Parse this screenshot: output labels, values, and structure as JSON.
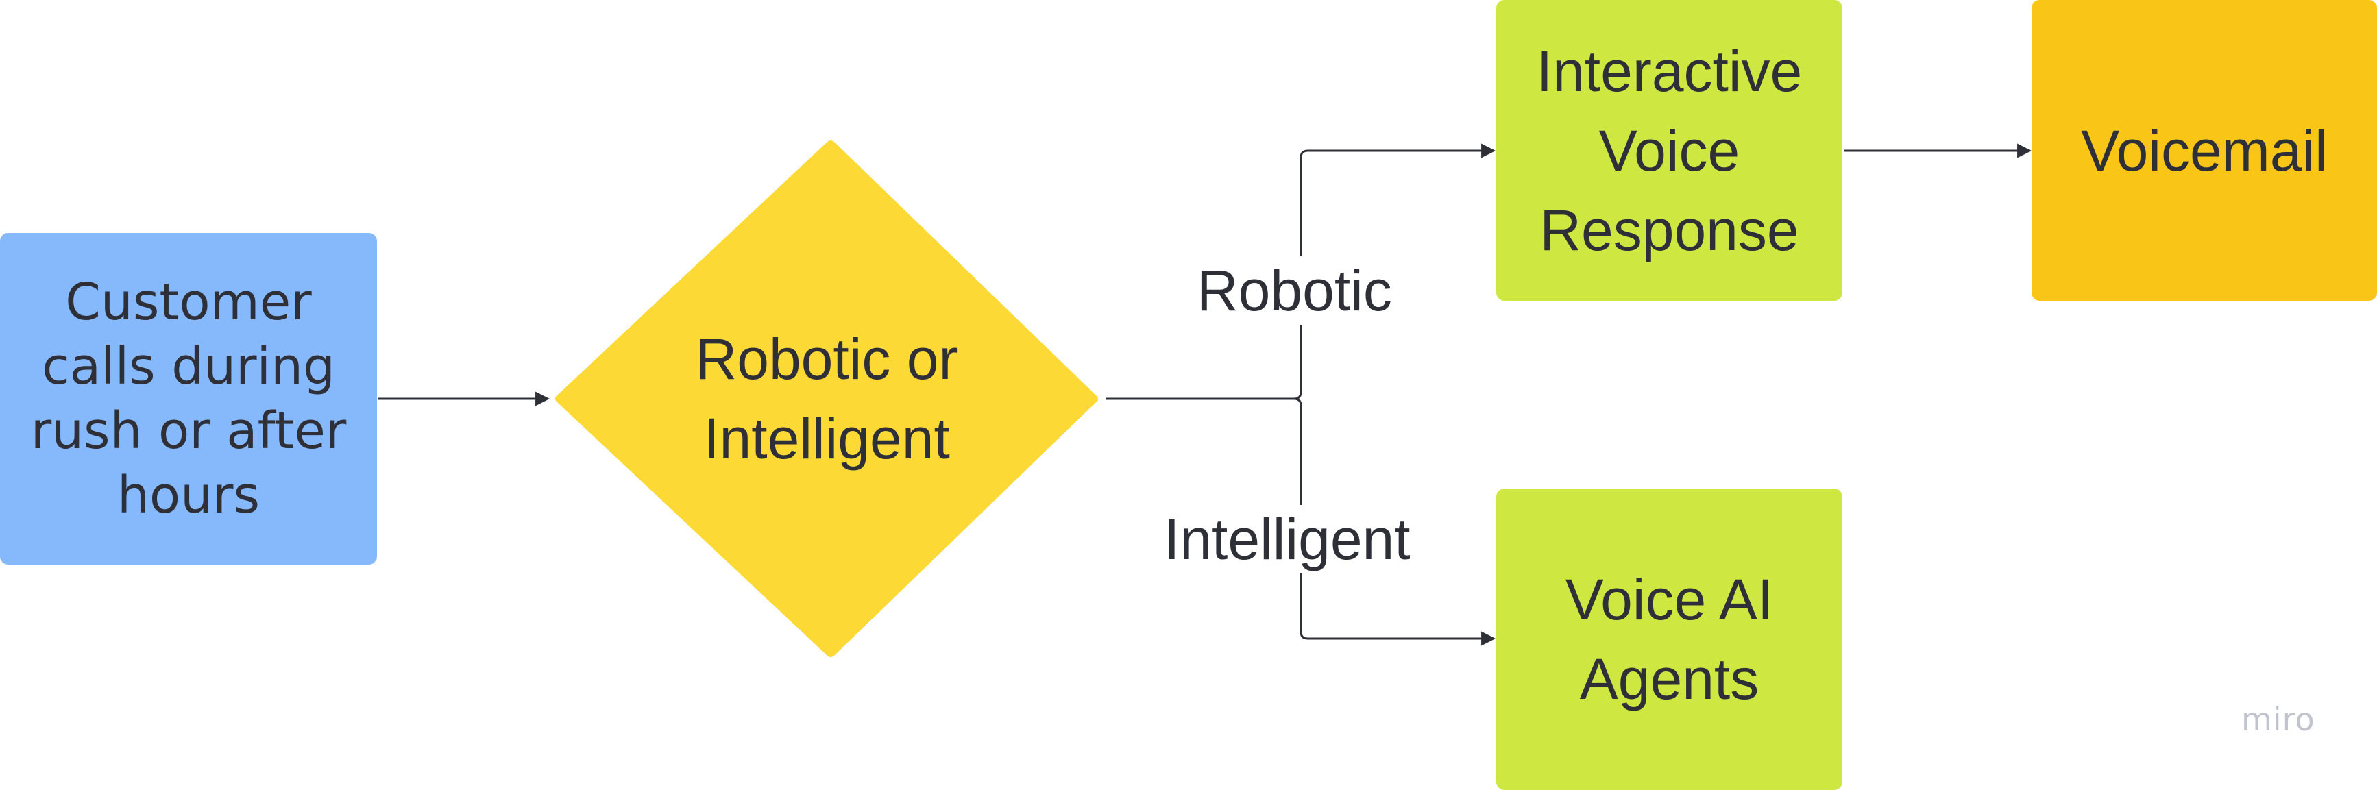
{
  "nodes": {
    "customer": "Customer\ncalls during\nrush or after\nhours",
    "decision": "Robotic or\nIntelligent",
    "ivr": "Interactive\nVoice\nResponse",
    "voicemail": "Voicemail",
    "voice_ai": "Voice AI\nAgents"
  },
  "edge_labels": {
    "robotic": "Robotic",
    "intelligent": "Intelligent"
  },
  "watermark": "miro",
  "colors": {
    "customer_fill": "#86b8fc",
    "decision_fill": "#fcd935",
    "ivr_fill": "#cee741",
    "voicemail_fill": "#f9c617",
    "voice_ai_fill": "#cee741",
    "text": "#2f2f38",
    "connector": "#2f2f38",
    "watermark": "#c1c4cd"
  }
}
